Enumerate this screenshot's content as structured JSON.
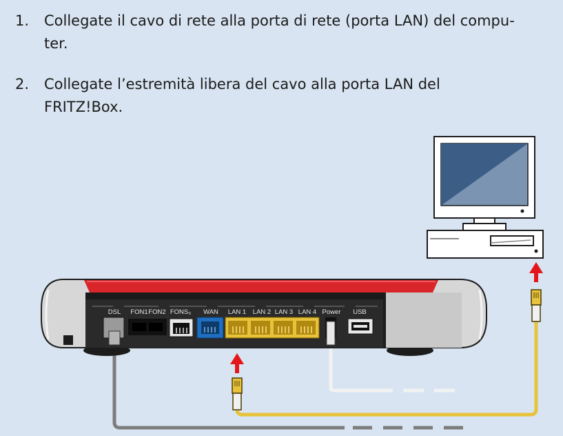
{
  "steps": [
    {
      "number": "1.",
      "lines": [
        "Collegate il cavo di rete alla porta di rete (porta LAN) del compu-",
        "ter."
      ]
    },
    {
      "number": "2.",
      "lines": [
        "Collegate l’estremità libera del cavo alla porta LAN del",
        "FRITZ!Box."
      ]
    }
  ],
  "router": {
    "ports": [
      "DSL",
      "FON1",
      "FON2",
      "FONS₀",
      "WAN",
      "LAN 1",
      "LAN 2",
      "LAN 3",
      "LAN 4",
      "Power",
      "USB"
    ]
  },
  "colors": {
    "background": "#d8e4f1",
    "router_red": "#d9262b",
    "lan_yellow": "#e8c23a",
    "wan_blue": "#1e6fc1",
    "arrow_red": "#e3161c",
    "cable_gray": "#7c7c7c",
    "cable_light": "#f2f2f2"
  },
  "icons": [
    "computer-icon",
    "ethernet-plug-icon",
    "arrow-up-icon"
  ]
}
